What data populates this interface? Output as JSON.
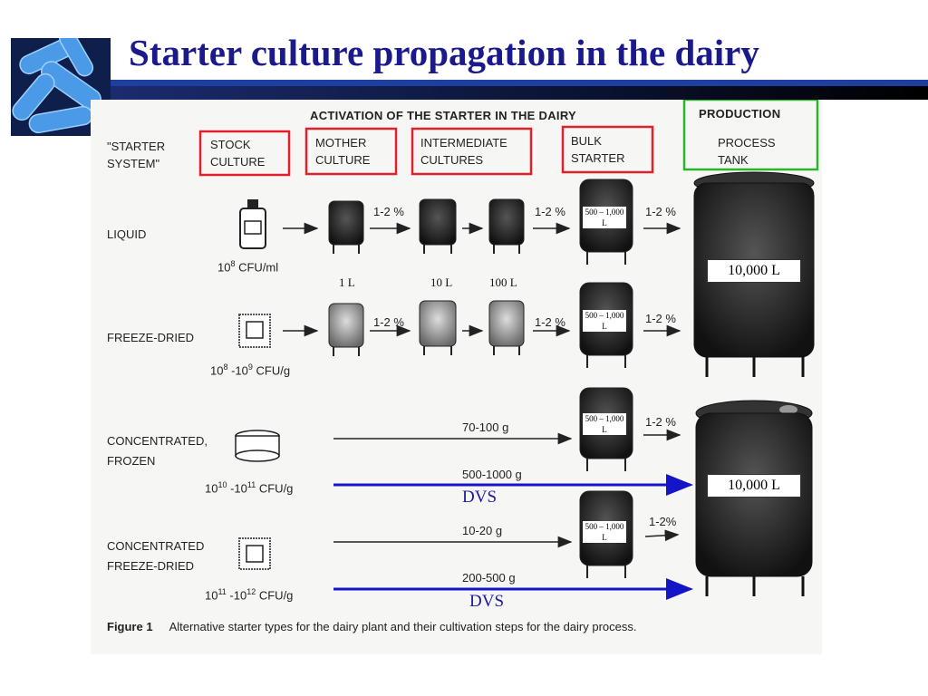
{
  "title": "Starter culture propagation in the dairy",
  "figure": {
    "heading": "ACTIVATION OF THE STARTER IN THE DAIRY",
    "production_heading": "PRODUCTION",
    "system_label": "\"STARTER SYSTEM\"",
    "columns": {
      "stock": "STOCK CULTURE",
      "mother": "MOTHER CULTURE",
      "intermediate": "INTERMEDIATE CULTURES",
      "bulk": "BULK STARTER",
      "process": "PROCESS TANK"
    },
    "rows": {
      "liquid": {
        "label": "LIQUID",
        "cfu_base": "10",
        "cfu_exp": "8",
        "cfu_unit": " CFU/ml"
      },
      "freeze_dried": {
        "label": "FREEZE-DRIED",
        "cfu_a": "10",
        "cfu_a_exp": "8",
        "cfu_mid": " -10",
        "cfu_b_exp": "9",
        "cfu_unit": " CFU/g"
      },
      "conc_frozen": {
        "label_1": "CONCENTRATED,",
        "label_2": "FROZEN",
        "cfu_a": "10",
        "cfu_a_exp": "10",
        "cfu_mid": " -10",
        "cfu_b_exp": "11",
        "cfu_unit": " CFU/g"
      },
      "conc_fd": {
        "label_1": "CONCENTRATED",
        "label_2": "FREEZE-DRIED",
        "cfu_a": "10",
        "cfu_a_exp": "11",
        "cfu_mid": " -10",
        "cfu_b_exp": "12",
        "cfu_unit": " CFU/g"
      }
    },
    "percentages": {
      "liquid_1": "1-2 %",
      "liquid_2": "1-2 %",
      "liquid_3": "1-2 %",
      "fd_1": "1-2 %",
      "fd_2": "1-2 %",
      "fd_3": "1-2 %",
      "frozen_bulk": "1-2 %",
      "cfd_bulk": "1-2%"
    },
    "amounts": {
      "frozen_bulk": "70-100 g",
      "frozen_direct": "500-1000 g",
      "cfd_bulk": "10-20 g",
      "cfd_direct": "200-500 g"
    },
    "volumes": {
      "mother": "1 L",
      "intermediate_1": "10 L",
      "intermediate_2": "100 L"
    },
    "bulk_volume": "500 – 1,000 L",
    "tank_volume": "10,000 L",
    "dvs": "DVS",
    "caption_label": "Figure 1",
    "caption_text": "Alternative starter types for the dairy plant and their cultivation steps for the dairy process."
  },
  "colors": {
    "title": "#1a1a8c",
    "red_box": "#e0202a",
    "green_box": "#2bb52b",
    "dvs_arrow": "#1515c8"
  }
}
